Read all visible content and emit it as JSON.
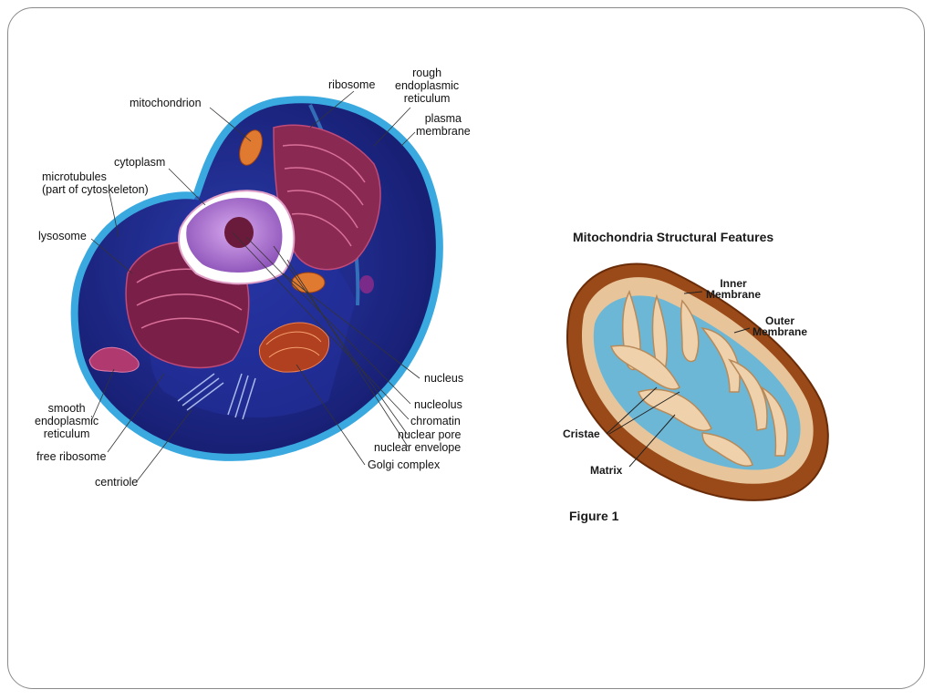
{
  "cell_diagram": {
    "labels": {
      "mitochondrion": "mitochondrion",
      "ribosome": "ribosome",
      "rough_er": "rough\nendoplasmic\nreticulum",
      "plasma_membrane": "plasma\nmembrane",
      "cytoplasm": "cytoplasm",
      "microtubules": "microtubules\n(part of cytoskeleton)",
      "lysosome": "lysosome",
      "nucleus": "nucleus",
      "nucleolus": "nucleolus",
      "chromatin": "chromatin",
      "nuclear_pore": "nuclear pore",
      "nuclear_envelope": "nuclear envelope",
      "golgi_complex": "Golgi complex",
      "smooth_er": "smooth\nendoplasmic\nreticulum",
      "free_ribosome": "free ribosome",
      "centriole": "centriole"
    },
    "colors": {
      "cytoplasm": "#1f2a8c",
      "membrane": "#3aa9e0",
      "organelle": "#8a2a52",
      "nucleus": "#b07ad0"
    }
  },
  "mito_diagram": {
    "title": "Mitochondria Structural Features",
    "labels": {
      "inner_membrane": "Inner\nMembrane",
      "outer_membrane": "Outer\nMembrane",
      "cristae": "Cristae",
      "matrix": "Matrix"
    },
    "caption": "Figure 1",
    "colors": {
      "outer": "#a0521c",
      "inner": "#e8c9a0",
      "matrix": "#6db8d8"
    }
  }
}
